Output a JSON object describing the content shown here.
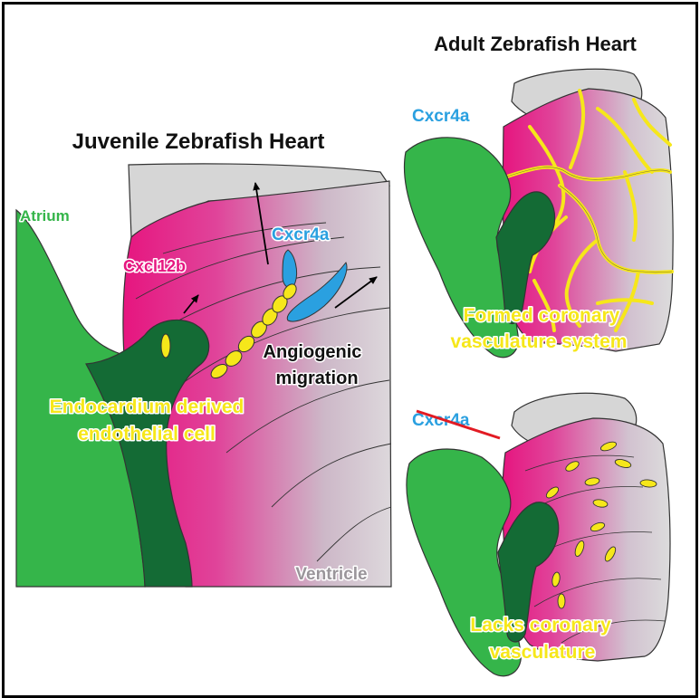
{
  "titles": {
    "adult": "Adult Zebrafish Heart",
    "juvenile": "Juvenile Zebrafish Heart"
  },
  "juvenile_labels": {
    "atrium": "Atrium",
    "cxcl12b": "Cxcl12b",
    "cxcr4a": "Cxcr4a",
    "angiogenic_line1": "Angiogenic",
    "angiogenic_line2": "migration",
    "endocardium_line1": "Endocardium derived",
    "endocardium_line2": "endothelial cell",
    "ventricle": "Ventricle"
  },
  "adult_top_labels": {
    "cxcr4a": "Cxcr4a",
    "formed_line1": "Formed coronary",
    "formed_line2": "vasculature  system"
  },
  "adult_bottom_labels": {
    "cxcr4a_crossed": "Cxcr4a",
    "lacks_line1": "Lacks coronary",
    "lacks_line2": "vasculature"
  },
  "colors": {
    "atrium_green": "#35b54a",
    "outflow_dark_green": "#146b35",
    "ventricle_magenta": "#e6157f",
    "ventricle_grey": "#d8d4d8",
    "bulbus_grey": "#d6d6d6",
    "vessel_yellow": "#f6e71a",
    "cxcr4a_blue": "#2aa0e0",
    "cross_red": "#e21b23",
    "label_text_yellow": "#f6e71a",
    "label_outline": "#ffffff"
  }
}
